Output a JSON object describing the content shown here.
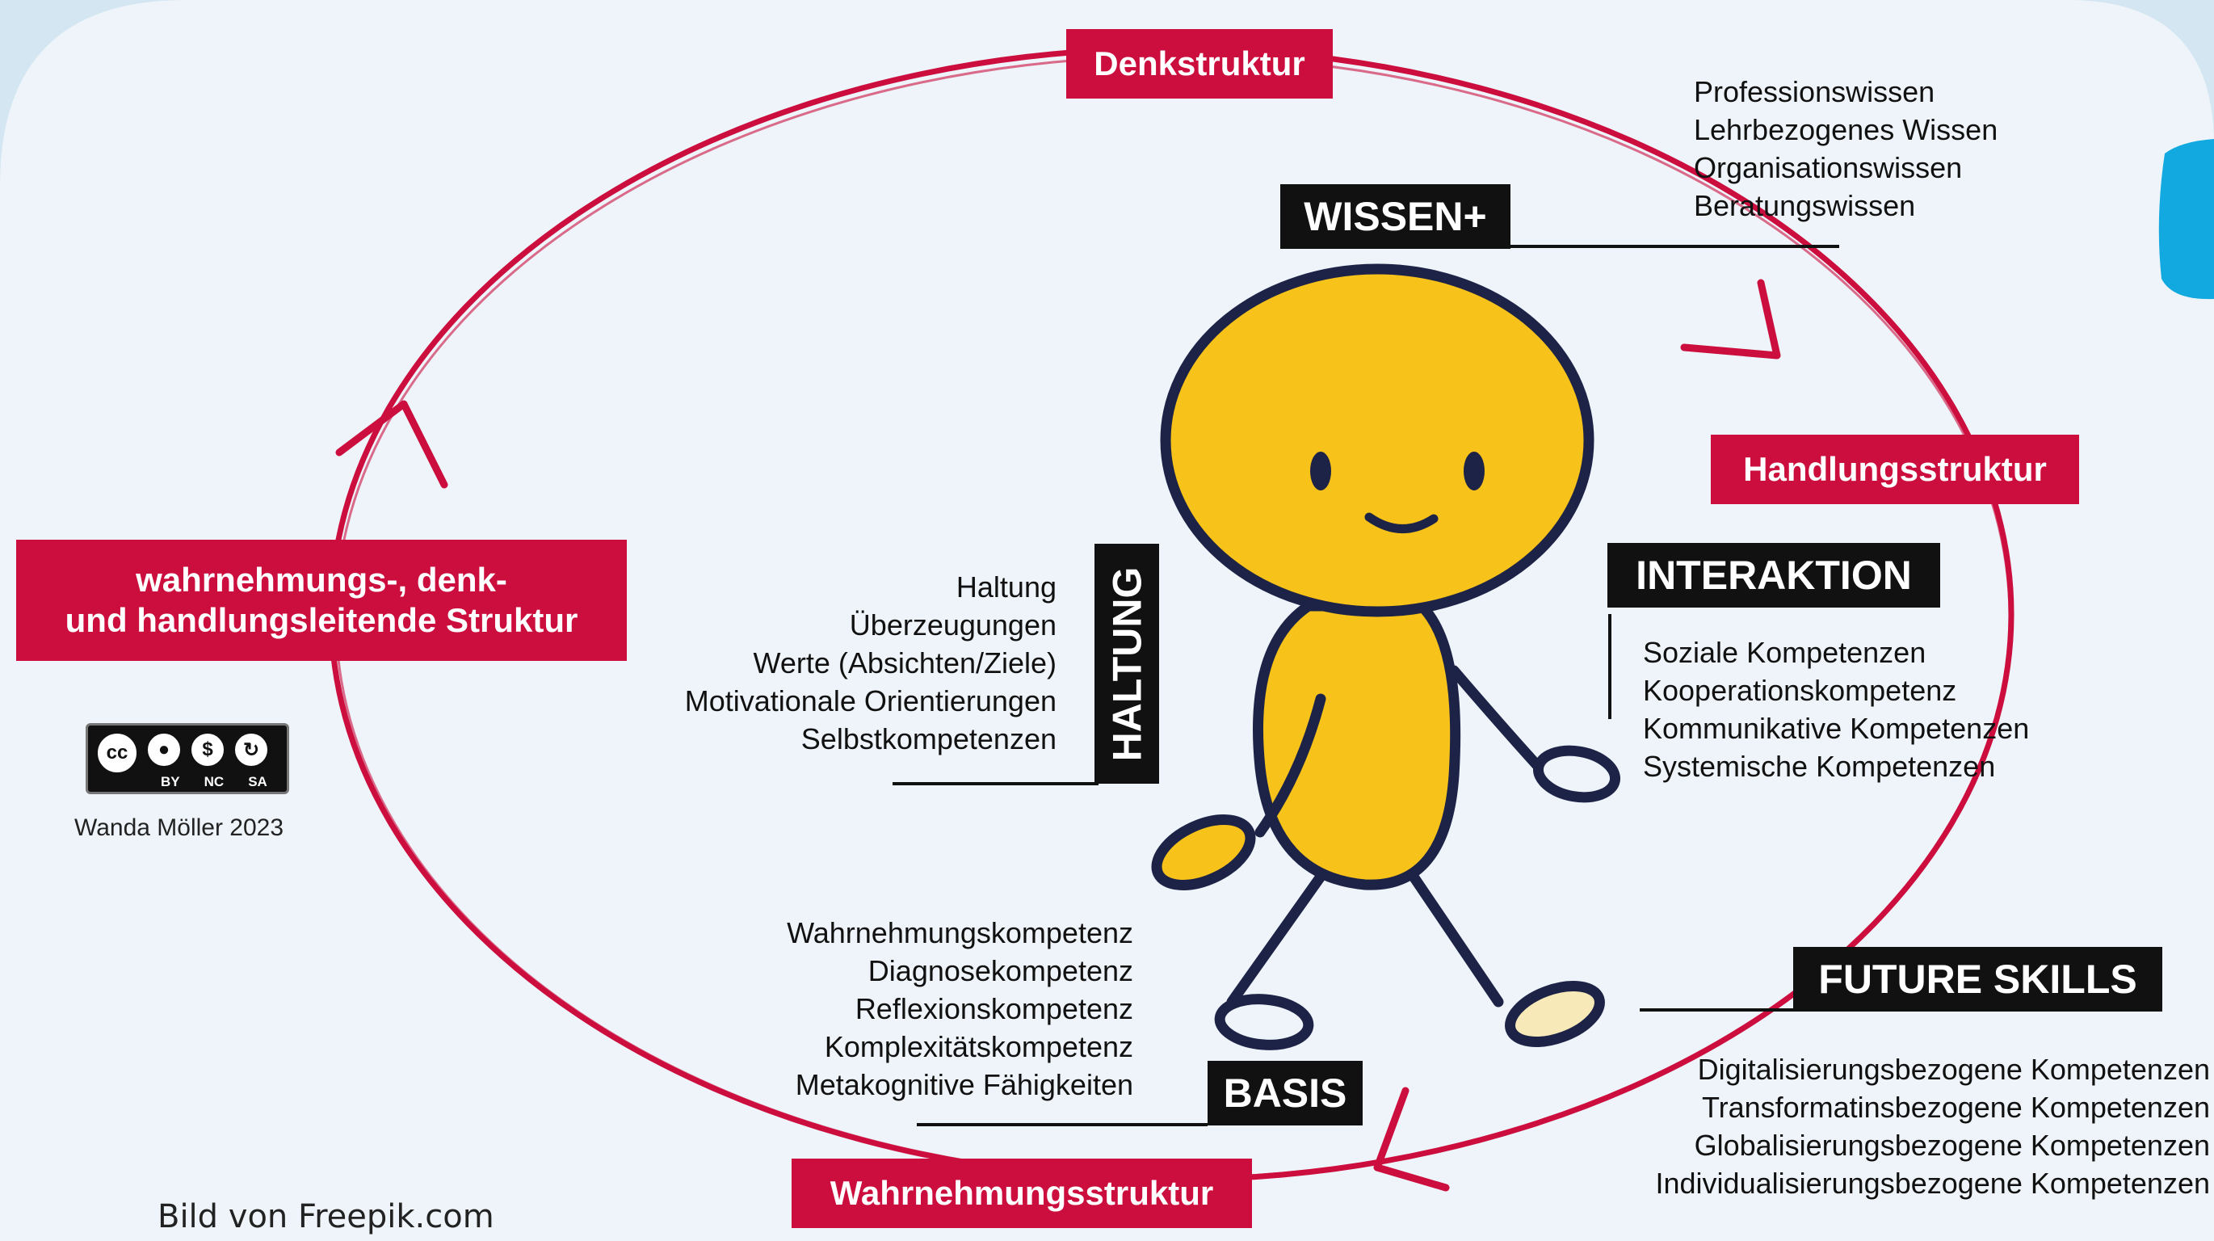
{
  "diagram": {
    "cycle_labels": {
      "top": "Denkstruktur",
      "right": "Handlungsstruktur",
      "bottom": "Wahrnehmungsstruktur",
      "left_line1": "wahrnehmungs-, denk-",
      "left_line2": "und handlungsleitende Struktur"
    },
    "wissen": {
      "title": "WISSEN+",
      "items": [
        "Professionswissen",
        "Lehrbezogenes Wissen",
        "Organisationswissen",
        "Beratungswissen"
      ]
    },
    "haltung": {
      "title": "HALTUNG",
      "items": [
        "Haltung",
        "Überzeugungen",
        "Werte (Absichten/Ziele)",
        "Motivationale Orientierungen",
        "Selbstkompetenzen"
      ]
    },
    "interaktion": {
      "title": "INTERAKTION",
      "items": [
        "Soziale Kompetenzen",
        "Kooperationskompetenz",
        "Kommunikative Kompetenzen",
        "Systemische Kompetenzen"
      ]
    },
    "basis": {
      "title": "BASIS",
      "items": [
        "Wahrnehmungskompetenz",
        "Diagnosekompetenz",
        "Reflexionskompetenz",
        "Komplexitätskompetenz",
        "Metakognitive Fähigkeiten"
      ]
    },
    "future": {
      "title": "FUTURE SKILLS",
      "items": [
        "Digitalisierungsbezogene Kompetenzen",
        "Transformatinsbezogene Kompetenzen",
        "Globalisierungsbezogene Kompetenzen",
        "Individualisierungsbezogene Kompetenzen"
      ]
    }
  },
  "license": {
    "cc_labels": [
      "BY",
      "NC",
      "SA"
    ],
    "author": "Wanda Möller 2023"
  },
  "image_credit": "Bild von Freepik.com",
  "colors": {
    "red": "#cc0e3e",
    "black": "#111111",
    "figure_yellow": "#f7c21a",
    "figure_outline": "#1d2346",
    "background": "#eef4f9",
    "accent_blue": "#12a8e0"
  }
}
